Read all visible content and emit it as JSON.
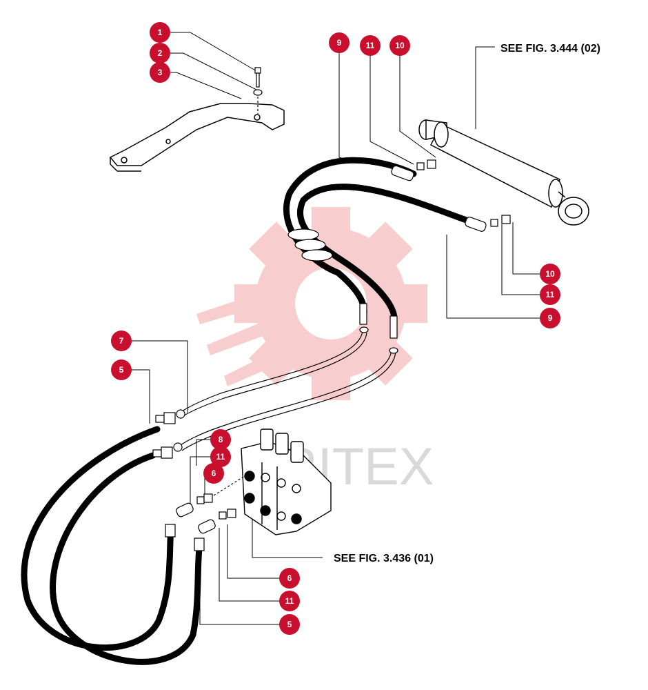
{
  "diagram": {
    "references": {
      "cylinder": "SEE FIG. 3.444 (02)",
      "valve": "SEE FIG. 3.436 (01)"
    },
    "watermark_text": "ERITEX",
    "callout_color": "#c8102e",
    "watermark_color": "#f7c9c9",
    "callouts": [
      {
        "id": "c1",
        "label": "1"
      },
      {
        "id": "c2",
        "label": "2"
      },
      {
        "id": "c3",
        "label": "3"
      },
      {
        "id": "c9a",
        "label": "9"
      },
      {
        "id": "c11a",
        "label": "11"
      },
      {
        "id": "c10a",
        "label": "10"
      },
      {
        "id": "c10b",
        "label": "10"
      },
      {
        "id": "c11b",
        "label": "11"
      },
      {
        "id": "c9b",
        "label": "9"
      },
      {
        "id": "c7",
        "label": "7"
      },
      {
        "id": "c5a",
        "label": "5"
      },
      {
        "id": "c8",
        "label": "8"
      },
      {
        "id": "c11c",
        "label": "11"
      },
      {
        "id": "c6a",
        "label": "6"
      },
      {
        "id": "c6b",
        "label": "6"
      },
      {
        "id": "c11d",
        "label": "11"
      },
      {
        "id": "c5b",
        "label": "5"
      }
    ]
  }
}
